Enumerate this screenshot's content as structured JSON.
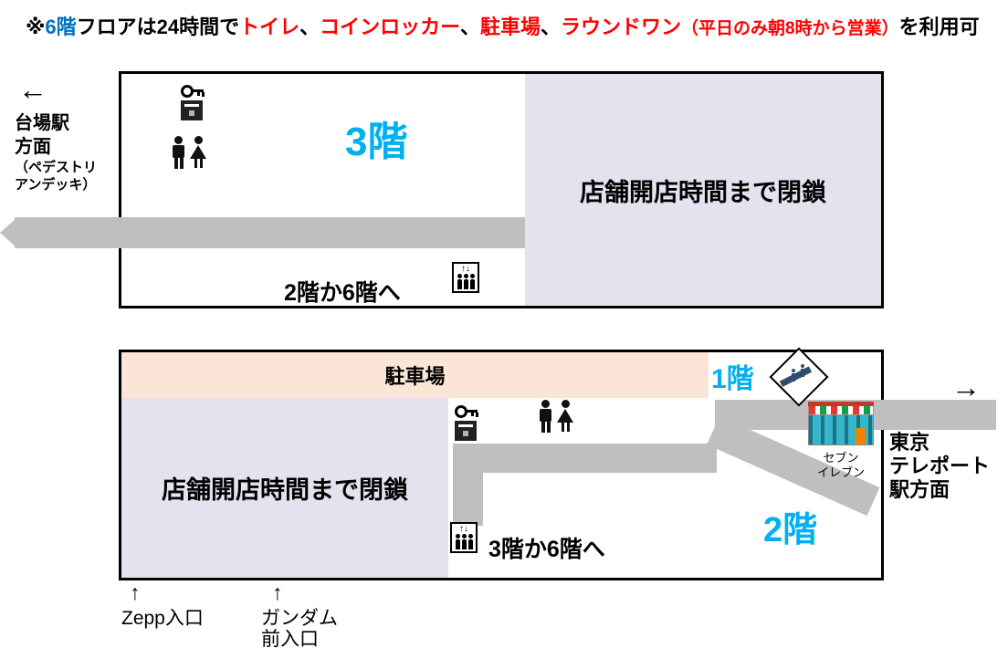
{
  "notice": {
    "segments": [
      {
        "text": "※",
        "color": "#000000"
      },
      {
        "text": "6階",
        "color": "#0070C0"
      },
      {
        "text": "フロアは24時間で",
        "color": "#000000"
      },
      {
        "text": "トイレ",
        "color": "#FF0000"
      },
      {
        "text": "、",
        "color": "#000000"
      },
      {
        "text": "コインロッカー",
        "color": "#FF0000"
      },
      {
        "text": "、",
        "color": "#000000"
      },
      {
        "text": "駐車場",
        "color": "#FF0000"
      },
      {
        "text": "、",
        "color": "#000000"
      },
      {
        "text": "ラウンドワン",
        "color": "#FF0000"
      },
      {
        "text": "（平日のみ朝8時から営業）",
        "color": "#FF0000"
      },
      {
        "text": "を利用可",
        "color": "#000000"
      }
    ]
  },
  "daiba_direction": {
    "arrow": "←",
    "line1": "台場駅",
    "line2": "方面",
    "sub1": "（ペデストリ",
    "sub2": "アンデッキ）"
  },
  "map_3f": {
    "floor_label": "3階",
    "closed_label": "店舗開店時間まで閉鎖",
    "elevator_note": "2階か6階へ",
    "elevator_arrows": "↑↓"
  },
  "map_1f_2f": {
    "parking_label": "駐車場",
    "floor1_label": "1階",
    "floor2_label": "2階",
    "closed_label": "店舗開店時間まで閉鎖",
    "elevator_note": "3階か6階へ",
    "elevator_arrows": "↑↓",
    "seven_eleven_line1": "セブン",
    "seven_eleven_line2": "イレブン"
  },
  "teleport_direction": {
    "arrow": "→",
    "line1": "東京",
    "line2": "テレポート",
    "line3": "駅方面"
  },
  "entrances": {
    "zepp": {
      "arrow": "↑",
      "label": "Zepp入口"
    },
    "gundam": {
      "arrow": "↑",
      "line1": "ガンダム",
      "line2": "前入口"
    }
  },
  "icons": {
    "locker": "coin-locker-icon",
    "restroom": "restroom-icon",
    "elevator": "elevator-icon",
    "escalator": "escalator-icon",
    "store": "seven-eleven-store-icon",
    "left_arrow": "left-arrow-icon",
    "right_arrow": "right-arrow-icon",
    "up_arrow": "up-arrow-icon"
  },
  "colors": {
    "floor_label_cyan": "#00B0F0",
    "notice_blue": "#0070C0",
    "notice_red": "#FF0000",
    "closed_area_bg": "#E5E1EE",
    "parking_bg": "#FBE5D6",
    "corridor_gray": "#BFBFBF",
    "map_border": "#000000"
  }
}
